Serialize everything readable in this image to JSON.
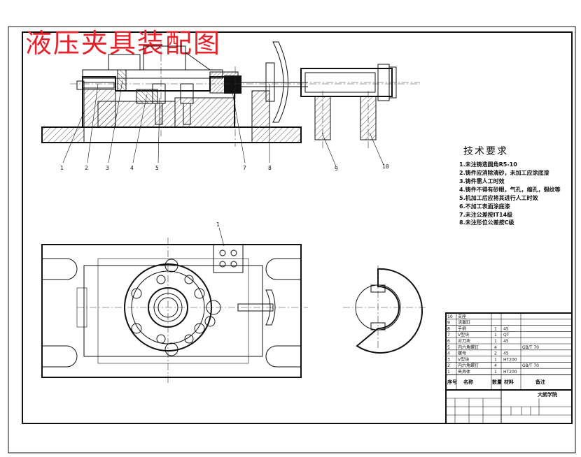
{
  "drawing": {
    "title": "液压夹具装配图",
    "school": "大朗学院"
  },
  "technical_requirements": {
    "heading": "技术要求",
    "items": [
      "1.未注铸造圆角R5-10",
      "2.铸件应消除清砂，未加工应涂底漆",
      "3.铸件需人工时效",
      "4.铸件不得有砂眼，气孔，缩孔，裂纹等",
      "5.机加工后应将其进行人工时效",
      "6.不加工表面涂底漆",
      "7.未注公差按IT14级",
      "8.未注形位公差按C级"
    ]
  },
  "callouts": [
    "1",
    "2",
    "3",
    "4",
    "5",
    "7",
    "8",
    "9",
    "10"
  ],
  "plan_callout": "1",
  "bom": {
    "header": {
      "seq": "序号",
      "name": "名称",
      "qty": "数量",
      "material": "材料",
      "remark": "备注"
    },
    "rows": [
      {
        "seq": "10",
        "name": "支座",
        "qty": "",
        "material": "",
        "remark": ""
      },
      {
        "seq": "9",
        "name": "活塞缸",
        "qty": "",
        "material": "",
        "remark": ""
      },
      {
        "seq": "8",
        "name": "手柄",
        "qty": "1",
        "material": "45",
        "remark": ""
      },
      {
        "seq": "7",
        "name": "V型块",
        "qty": "1",
        "material": "QT",
        "remark": ""
      },
      {
        "seq": "6",
        "name": "对刀块",
        "qty": "1",
        "material": "45",
        "remark": ""
      },
      {
        "seq": "5",
        "name": "内六角螺钉",
        "qty": "4",
        "material": "",
        "remark": "GB/T 70"
      },
      {
        "seq": "4",
        "name": "螺母",
        "qty": "2",
        "material": "45",
        "remark": ""
      },
      {
        "seq": "3",
        "name": "V型块",
        "qty": "1",
        "material": "HT200",
        "remark": ""
      },
      {
        "seq": "2",
        "name": "内六角螺钉",
        "qty": "4",
        "material": "",
        "remark": "GB/T 70"
      },
      {
        "seq": "1",
        "name": "夹具体",
        "qty": "1",
        "material": "HT200",
        "remark": ""
      }
    ]
  },
  "colors": {
    "title": "#e8202a",
    "line": "#111111"
  }
}
